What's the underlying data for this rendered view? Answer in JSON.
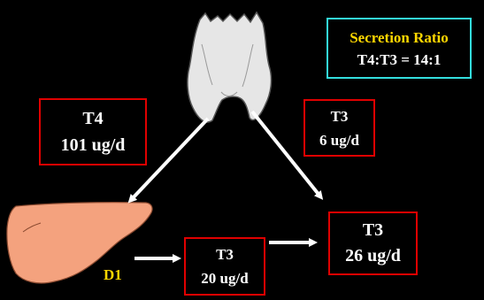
{
  "colors": {
    "background": "#000000",
    "box_border": "#e00000",
    "ratio_border": "#33dddd",
    "highlight_text": "#ffd700",
    "text": "#ffffff",
    "liver": "#f4a27e",
    "thyroid": "#e6e6e6"
  },
  "icons": {
    "thyroid": "thyroid-gland-icon",
    "liver": "liver-icon"
  },
  "ratio": {
    "title": "Secretion Ratio",
    "value": "T4:T3 = 14:1"
  },
  "boxes": {
    "t4_secreted": {
      "hormone": "T4",
      "amount": "101 ug/d"
    },
    "t3_secreted": {
      "hormone": "T3",
      "amount": "6 ug/d"
    },
    "t3_converted": {
      "hormone": "T3",
      "amount": "20 ug/d"
    },
    "t3_total": {
      "hormone": "T3",
      "amount": "26 ug/d"
    }
  },
  "enzyme_label": "D1"
}
